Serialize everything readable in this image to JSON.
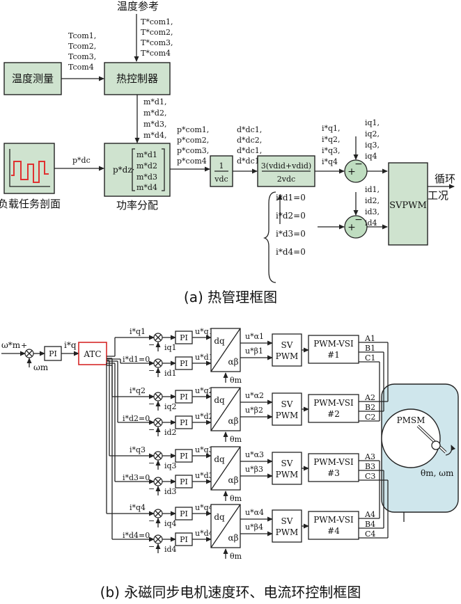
{
  "part_a": {
    "caption": "(a) 热管理框图",
    "temp_ref_label": "温度参考",
    "tcom_ref": [
      "T*com1,",
      "T*com2,",
      "T*com3,",
      "T*com4"
    ],
    "tcom_meas": [
      "Tcom1,",
      "Tcom2,",
      "Tcom3,",
      "Tcom4"
    ],
    "temp_measure": "温度测量",
    "thermal_controller": "热控制器",
    "m_refs": [
      "m*d1,",
      "m*d2,",
      "m*d3,",
      "m*d4,"
    ],
    "load_profile": "负载任务剖面",
    "p_dc": "p*dc",
    "power_alloc": "功率分配",
    "power_alloc_formula": "p*dz·",
    "matrix": [
      "m*d1",
      "m*d2",
      "m*d3",
      "m*d4"
    ],
    "p_com": [
      "p*com1,",
      "p*com2,",
      "p*com3,",
      "p*com4"
    ],
    "gain_num": "1",
    "gain_den": "vdc",
    "d_dc": [
      "d*dc1,",
      "d*dc2,",
      "d*dc1,",
      "d*dc1"
    ],
    "conv_num": "3(vdid+vdid)",
    "conv_den": "2vdc",
    "iq_refs": [
      "i*q1,",
      "i*q2,",
      "i*q3,",
      "i*q4"
    ],
    "iq_meas": [
      "iq1,",
      "iq2,",
      "iq3,",
      "iq4"
    ],
    "id_meas": [
      "id1,",
      "id2,",
      "id3,",
      "id4"
    ],
    "id_refs": [
      "i*d1=0",
      "i*d2=0",
      "i*d3=0",
      "i*d4=0"
    ],
    "svpwm": "SVPWM",
    "output": "循环工况",
    "sum_signs": [
      "+",
      "−"
    ]
  },
  "part_b": {
    "caption": "(b) 永磁同步电机速度环、电流环控制框图",
    "omega_ref": "ω*m",
    "omega_m": "ωm",
    "pi": "PI",
    "iq_ref": "i*q",
    "atc": "ATC",
    "dq": "dq",
    "ab": "αβ",
    "theta_m": "θm",
    "sv": [
      "SV",
      "PWM"
    ],
    "pmsm": "PMSM",
    "pmsm_out": "θm, ωm",
    "channels": [
      {
        "iq_ref": "i*q1",
        "id_ref": "i*d1=0",
        "iq": "iq1",
        "id": "id1",
        "uq": "u*q1",
        "ud": "u*d1",
        "ua": "u*α1",
        "ub": "u*β1",
        "vsi": [
          "PWM-VSI",
          "#1"
        ],
        "phases": [
          "A1",
          "B1",
          "C1"
        ]
      },
      {
        "iq_ref": "i*q2",
        "id_ref": "i*d2=0",
        "iq": "iq2",
        "id": "id2",
        "uq": "u*q2",
        "ud": "u*d2",
        "ua": "u*α2",
        "ub": "u*β2",
        "vsi": [
          "PWM-VSI",
          "#2"
        ],
        "phases": [
          "A2",
          "B2",
          "C2"
        ]
      },
      {
        "iq_ref": "i*q3",
        "id_ref": "i*d3=0",
        "iq": "iq3",
        "id": "id3",
        "uq": "u*q3",
        "ud": "u*d3",
        "ua": "u*α3",
        "ub": "u*β3",
        "vsi": [
          "PWM-VSI",
          "#3"
        ],
        "phases": [
          "A3",
          "B3",
          "C3"
        ]
      },
      {
        "iq_ref": "i*q4",
        "id_ref": "i*d4=0",
        "iq": "iq4",
        "id": "id4",
        "uq": "u*q4",
        "ud": "u*d4",
        "ua": "u*α4",
        "ub": "u*β4",
        "vsi": [
          "PWM-VSI",
          "#4"
        ],
        "phases": [
          "A4",
          "B4",
          "C4"
        ]
      }
    ]
  },
  "colors": {
    "block_green": "#cfe3cf",
    "sum_green": "#bfddc0",
    "pmsm_fill": "#cfe6ec",
    "atc_border": "#d62828",
    "profile_wave": "#e03030"
  }
}
